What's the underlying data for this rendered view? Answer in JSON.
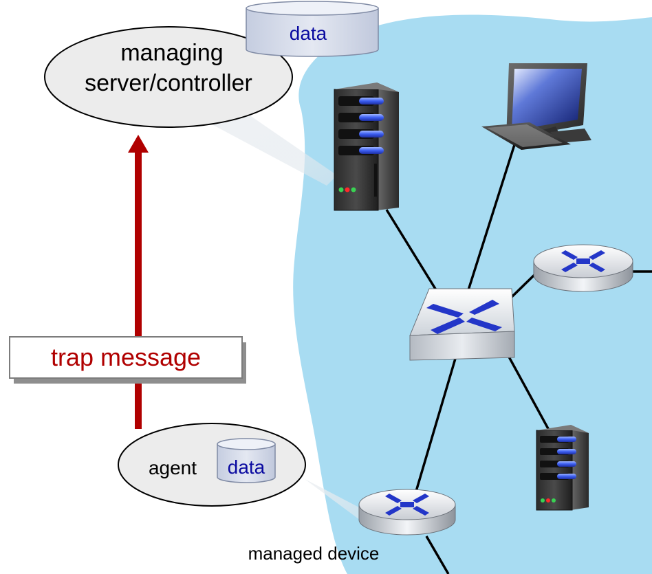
{
  "manager": {
    "label_line1": "managing",
    "label_line2": "server/controller",
    "db_label": "data"
  },
  "trap": {
    "label": "trap message",
    "color": "#b00000"
  },
  "agent": {
    "label": "agent",
    "db_label": "data"
  },
  "device": {
    "label": "managed device"
  },
  "colors": {
    "network_cloud": "#a8dcf2",
    "db_fill": "#d6dcea",
    "db_text": "#0a0aa0",
    "bubble_fill": "#ececec",
    "arrow": "#b00000"
  },
  "icons": {
    "server": "server-icon",
    "workstation": "desktop-computer-icon",
    "switch": "switch-icon",
    "router": "router-icon"
  }
}
